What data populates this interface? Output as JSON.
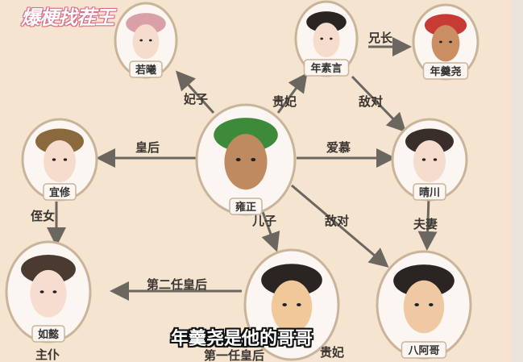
{
  "watermark": "爆梗找茬王",
  "subtitle": "年羹尧是他的哥哥",
  "colors": {
    "background": "#f5e4cf",
    "arrow": "#6b6660",
    "frame": "#c9b49a"
  },
  "characters": {
    "ruoxi": "若曦",
    "niansuyan": "年素言",
    "niangengyao": "年羹尧",
    "yixiu": "宜修",
    "yongzheng": "雍正",
    "qingchuan": "晴川",
    "ruyi": "如懿",
    "son": "",
    "eighth_prince": "八阿哥"
  },
  "relations": {
    "consort": "妃子",
    "noble_consort": "贵妃",
    "elder_brother": "兄长",
    "rival_top": "敌对",
    "empress": "皇后",
    "admire": "爱慕",
    "niece": "侄女",
    "son": "儿子",
    "rival_bottom": "敌对",
    "spouse": "夫妻",
    "second_empress": "第二任皇后",
    "master_servant": "主仆",
    "first_empress": "第一任皇后",
    "noble_consort_bottom": "贵妃"
  }
}
